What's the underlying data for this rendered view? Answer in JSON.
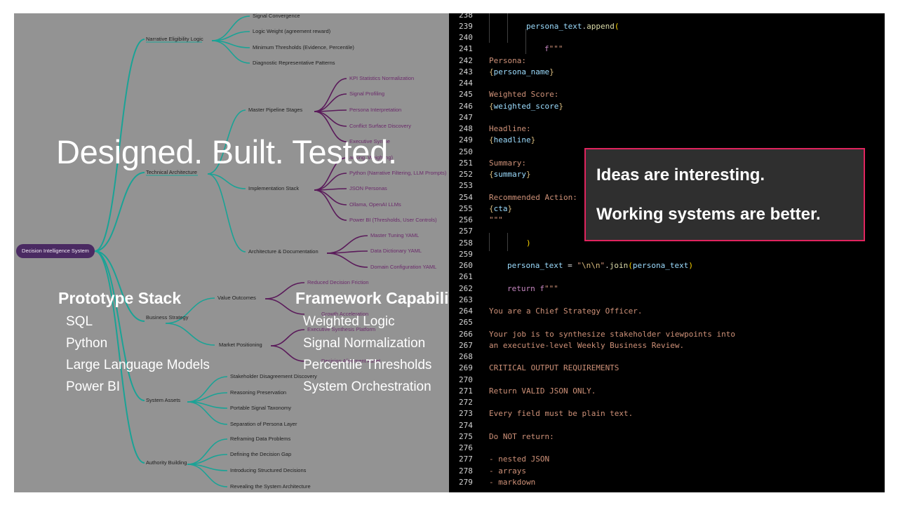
{
  "mindmap": {
    "root": "Decision Intelligence System",
    "branches": [
      {
        "label": "Narrative Eligibility Logic",
        "children": [
          {
            "label": "Signal Convergence"
          },
          {
            "label": "Logic Weight (agreement reward)"
          },
          {
            "label": "Minimum Thresholds (Evidence, Percentile)"
          },
          {
            "label": "Diagnostic Representative Patterns"
          }
        ]
      },
      {
        "label": "Technical Architecture",
        "children": [
          {
            "label": "Master Pipeline Stages",
            "children": [
              "KPI Statistics Normalization",
              "Signal Profiling",
              "Persona Interpretation",
              "Conflict Surface Discovery",
              "Executive Synthe"
            ]
          },
          {
            "label": "Implementation Stack",
            "children": [
              "anking, Weighting)",
              "Python (Narrative Filtering, LLM Prompts)",
              "JSON Personas",
              "Ollama, OpenAI LLMs",
              "Power BI (Thresholds, User Controls)"
            ]
          },
          {
            "label": "Architecture & Documentation",
            "children": [
              "Master Tuning YAML",
              "Data Dictionary YAML",
              "Domain Configuration YAML"
            ]
          }
        ]
      },
      {
        "label": "Business Strategy",
        "children": [
          {
            "label": "Value Outcomes",
            "children": [
              "Reduced Decision Friction",
              "Growth Acceleration"
            ]
          },
          {
            "label": "Market Positioning",
            "children": [
              "Executive Synthesis Platform",
              "Decision Alignment Asset"
            ]
          }
        ]
      },
      {
        "label": "System Assets",
        "children": [
          {
            "label": "Stakeholder Disagreement Discovery"
          },
          {
            "label": "Reasoning Preservation"
          },
          {
            "label": "Portable Signal Taxonomy"
          },
          {
            "label": "Separation of Persona Layer"
          }
        ]
      },
      {
        "label": "Authority Building",
        "children": [
          {
            "label": "Reframing Data Problems"
          },
          {
            "label": "Defining the Decision Gap"
          },
          {
            "label": "Introducing Structured Decisions"
          },
          {
            "label": "Revealing the System Architecture"
          }
        ]
      }
    ],
    "colors": {
      "teal": "#1aa396",
      "purple": "#5a1a5a",
      "panel": "#939393"
    }
  },
  "headline": "Designed. Built. Tested.",
  "prototype_stack": {
    "heading": "Prototype Stack",
    "items": [
      "SQL",
      "Python",
      "Large Language Models",
      "Power BI"
    ]
  },
  "framework_capabilities": {
    "heading": "Framework Capabilities",
    "items": [
      "Weighted Logic",
      "Signal Normalization",
      "Percentile Thresholds",
      "System Orchestration"
    ]
  },
  "code": {
    "lines": [
      {
        "n": "238",
        "tokens": []
      },
      {
        "n": "239",
        "tokens": [
          [
            "c-var",
            "persona_text"
          ],
          [
            "c-plain",
            "."
          ],
          [
            "c-fn",
            "append"
          ],
          [
            "c-paren",
            "("
          ]
        ]
      },
      {
        "n": "240",
        "tokens": []
      },
      {
        "n": "241",
        "tokens": [
          [
            "c-kw",
            "f"
          ],
          [
            "c-str",
            "\"\"\""
          ]
        ]
      },
      {
        "n": "242",
        "tokens": [
          [
            "c-str",
            "Persona:"
          ]
        ]
      },
      {
        "n": "243",
        "tokens": [
          [
            "c-brace",
            "{"
          ],
          [
            "c-var",
            "persona_name"
          ],
          [
            "c-brace",
            "}"
          ]
        ]
      },
      {
        "n": "244",
        "tokens": []
      },
      {
        "n": "245",
        "tokens": [
          [
            "c-str",
            "Weighted Score:"
          ]
        ]
      },
      {
        "n": "246",
        "tokens": [
          [
            "c-brace",
            "{"
          ],
          [
            "c-var",
            "weighted_score"
          ],
          [
            "c-brace",
            "}"
          ]
        ]
      },
      {
        "n": "247",
        "tokens": []
      },
      {
        "n": "248",
        "tokens": [
          [
            "c-str",
            "Headline:"
          ]
        ]
      },
      {
        "n": "249",
        "tokens": [
          [
            "c-brace",
            "{"
          ],
          [
            "c-var",
            "headline"
          ],
          [
            "c-brace",
            "}"
          ]
        ]
      },
      {
        "n": "250",
        "tokens": []
      },
      {
        "n": "251",
        "tokens": [
          [
            "c-str",
            "Summary:"
          ]
        ]
      },
      {
        "n": "252",
        "tokens": [
          [
            "c-brace",
            "{"
          ],
          [
            "c-var",
            "summary"
          ],
          [
            "c-brace",
            "}"
          ]
        ]
      },
      {
        "n": "253",
        "tokens": []
      },
      {
        "n": "254",
        "tokens": [
          [
            "c-str",
            "Recommended Action:"
          ]
        ]
      },
      {
        "n": "255",
        "tokens": [
          [
            "c-brace",
            "{"
          ],
          [
            "c-var",
            "cta"
          ],
          [
            "c-brace",
            "}"
          ]
        ]
      },
      {
        "n": "256",
        "tokens": [
          [
            "c-str",
            "\"\"\""
          ]
        ]
      },
      {
        "n": "257",
        "tokens": []
      },
      {
        "n": "258",
        "tokens": [
          [
            "c-paren",
            ")"
          ]
        ]
      },
      {
        "n": "259",
        "tokens": []
      },
      {
        "n": "260",
        "tokens": [
          [
            "c-var",
            "persona_text"
          ],
          [
            "c-plain",
            " = "
          ],
          [
            "c-str",
            "\""
          ],
          [
            "c-esc",
            "\\n\\n"
          ],
          [
            "c-str",
            "\""
          ],
          [
            "c-plain",
            "."
          ],
          [
            "c-fn",
            "join"
          ],
          [
            "c-paren",
            "("
          ],
          [
            "c-var",
            "persona_text"
          ],
          [
            "c-paren",
            ")"
          ]
        ]
      },
      {
        "n": "261",
        "tokens": []
      },
      {
        "n": "262",
        "tokens": [
          [
            "c-kw",
            "return "
          ],
          [
            "c-kw",
            "f"
          ],
          [
            "c-str",
            "\"\"\""
          ]
        ]
      },
      {
        "n": "263",
        "tokens": []
      },
      {
        "n": "264",
        "tokens": [
          [
            "c-str",
            "You are a Chief Strategy Officer."
          ]
        ]
      },
      {
        "n": "265",
        "tokens": []
      },
      {
        "n": "266",
        "tokens": [
          [
            "c-str",
            "Your job is to synthesize stakeholder viewpoints into"
          ]
        ]
      },
      {
        "n": "267",
        "tokens": [
          [
            "c-str",
            "an executive-level Weekly Business Review."
          ]
        ]
      },
      {
        "n": "268",
        "tokens": []
      },
      {
        "n": "269",
        "tokens": [
          [
            "c-str",
            "CRITICAL OUTPUT REQUIREMENTS"
          ]
        ]
      },
      {
        "n": "270",
        "tokens": []
      },
      {
        "n": "271",
        "tokens": [
          [
            "c-str",
            "Return VALID JSON ONLY."
          ]
        ]
      },
      {
        "n": "272",
        "tokens": []
      },
      {
        "n": "273",
        "tokens": [
          [
            "c-str",
            "Every field must be plain text."
          ]
        ]
      },
      {
        "n": "274",
        "tokens": []
      },
      {
        "n": "275",
        "tokens": [
          [
            "c-str",
            "Do NOT return:"
          ]
        ]
      },
      {
        "n": "276",
        "tokens": []
      },
      {
        "n": "277",
        "tokens": [
          [
            "c-str",
            "- nested JSON"
          ]
        ]
      },
      {
        "n": "278",
        "tokens": [
          [
            "c-str",
            "- arrays"
          ]
        ]
      },
      {
        "n": "279",
        "tokens": [
          [
            "c-str",
            "- markdown"
          ]
        ]
      }
    ]
  },
  "callout": {
    "line1": "Ideas are interesting.",
    "line2": "Working systems are better.",
    "border_color": "#e0245e"
  }
}
